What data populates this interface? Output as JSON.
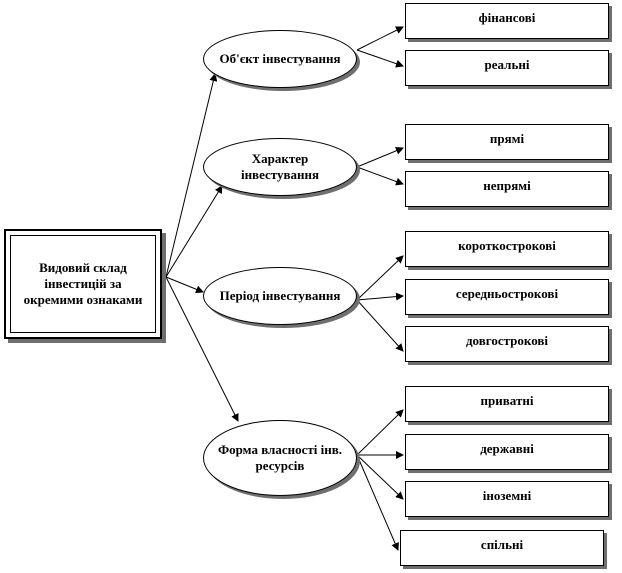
{
  "diagram": {
    "root": {
      "label": "Видовий склад інвестицій за окремими ознаками"
    },
    "categories": [
      {
        "label": "Об'єкт інвестування",
        "children": [
          "фінансові",
          "реальні"
        ]
      },
      {
        "label": "Характер інвестування",
        "children": [
          "прямі",
          "непрямі"
        ]
      },
      {
        "label": "Період інвестування",
        "children": [
          "короткострокові",
          "середньострокові",
          "довгострокові"
        ]
      },
      {
        "label": "Форма власності інв. ресурсів",
        "children": [
          "приватні",
          "державні",
          "іноземні",
          "спільні"
        ]
      }
    ]
  }
}
